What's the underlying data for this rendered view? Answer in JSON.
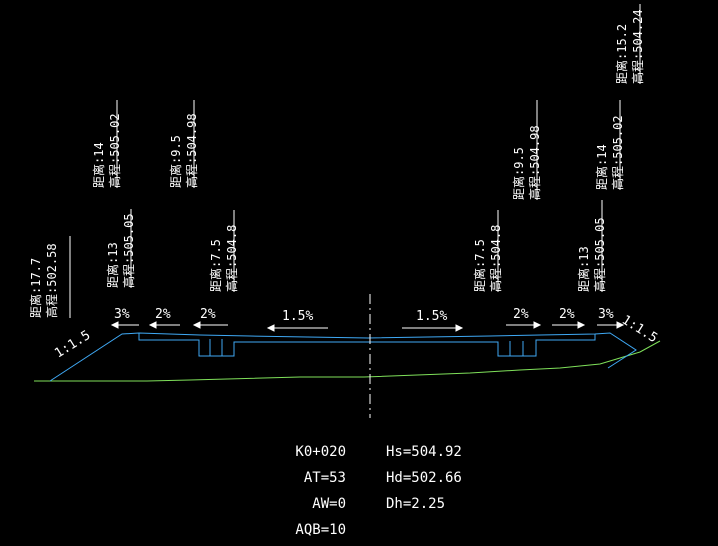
{
  "colors": {
    "background": "#000000",
    "text": "#ffffff",
    "road_outline": "#3fa9f5",
    "ground_line": "#7fe05a",
    "centerline": "#ffffff"
  },
  "labels": {
    "l1777": {
      "dist": "距离:17.7",
      "elev": "高程:502.58"
    },
    "l13": {
      "dist": "距离:13",
      "elev": "高程:505.05"
    },
    "l14": {
      "dist": "距离:14",
      "elev": "高程:505.02"
    },
    "l95": {
      "dist": "距离:9.5",
      "elev": "高程:504.98"
    },
    "l75": {
      "dist": "距离:7.5",
      "elev": "高程:504.8"
    },
    "r75": {
      "dist": "距离:7.5",
      "elev": "高程:504.8"
    },
    "r95": {
      "dist": "距离:9.5",
      "elev": "高程:504.98"
    },
    "r13": {
      "dist": "距离:13",
      "elev": "高程:505.05"
    },
    "r14": {
      "dist": "距离:14",
      "elev": "高程:505.02"
    },
    "r152": {
      "dist": "距离:15.2",
      "elev": "高程:504.24"
    }
  },
  "slopes": {
    "left_3": "3%",
    "left_2a": "2%",
    "left_2b": "2%",
    "left_15": "1.5%",
    "right_15": "1.5%",
    "right_2a": "2%",
    "right_2b": "2%",
    "right_3": "3%",
    "side_left": "1:1.5",
    "side_right": "1:1.5"
  },
  "info": {
    "station": "K0+020",
    "at": "AT=53",
    "aw": "AW=0",
    "aqb": "AQB=10",
    "hs": "Hs=504.92",
    "hd": "Hd=502.66",
    "dh": "Dh=2.25"
  }
}
